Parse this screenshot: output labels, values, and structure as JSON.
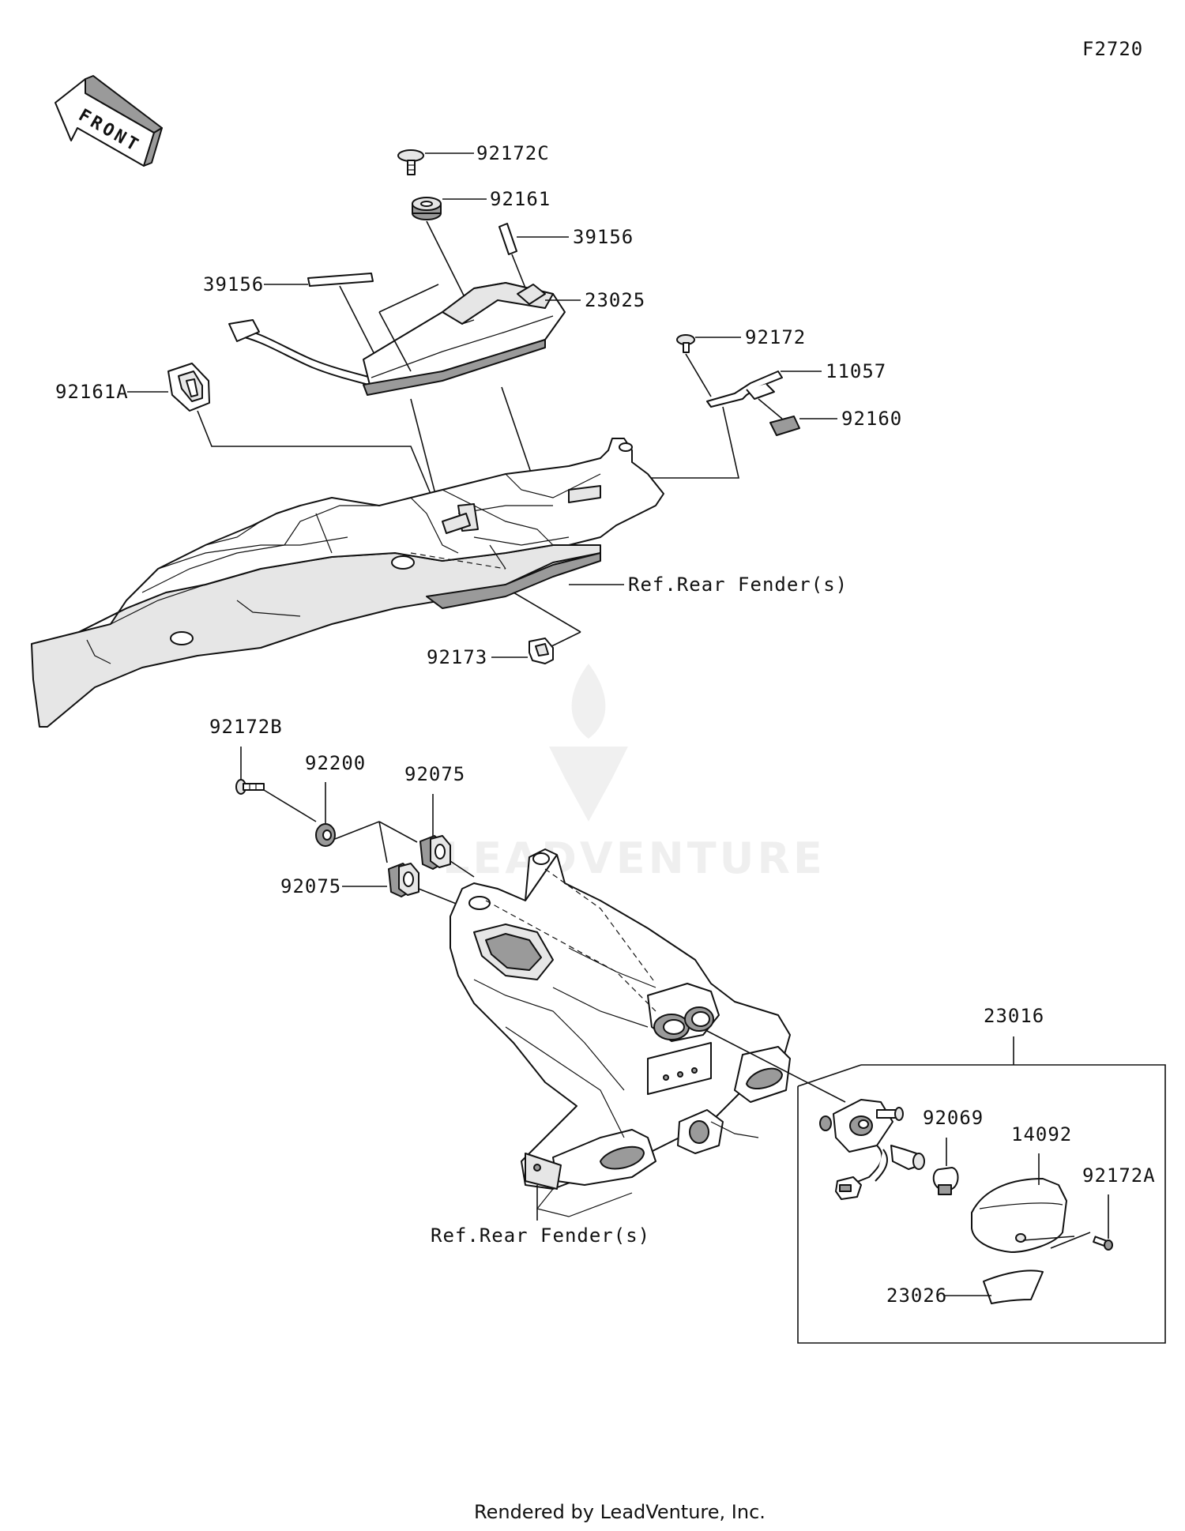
{
  "diagram_code": "F2720",
  "front_label": "FRONT",
  "footer_text": "Rendered by LeadVenture, Inc.",
  "watermark_text": "LEADVENTURE",
  "callouts": {
    "c92172C": "92172C",
    "c92161": "92161",
    "c39156a": "39156",
    "c39156b": "39156",
    "c23025": "23025",
    "c92172": "92172",
    "c11057": "11057",
    "c92160": "92160",
    "c92161A": "92161A",
    "c92173": "92173",
    "cRefRearFender1": "Ref.Rear Fender(s)",
    "c92172B": "92172B",
    "c92200": "92200",
    "c92075a": "92075",
    "c92075b": "92075",
    "cRefRearFender2": "Ref.Rear Fender(s)",
    "c23016": "23016",
    "c92069": "92069",
    "c14092": "14092",
    "c92172A": "92172A",
    "c23026": "23026"
  }
}
